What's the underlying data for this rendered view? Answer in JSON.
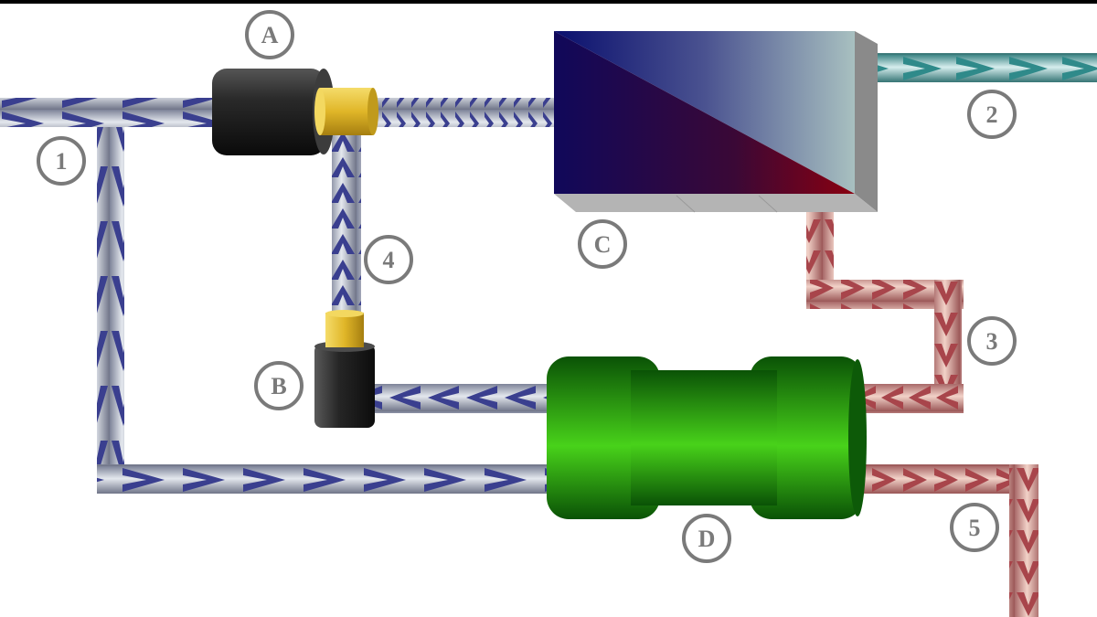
{
  "labels": {
    "pipe_1": "1",
    "pipe_2": "2",
    "pipe_3": "3",
    "pipe_4": "4",
    "pipe_5": "5",
    "component_a": "A",
    "component_b": "B",
    "component_c": "C",
    "component_d": "D"
  },
  "colors": {
    "blue_stream": "#3a3f8f",
    "teal_stream": "#2f8a8a",
    "red_stream": "#a8454b",
    "component_a_body": "#1f1f1f",
    "coupling": "#e0b628",
    "component_c_dark": "#0a0f6e",
    "component_c_light": "#a8c0c0",
    "component_c_red": "#8a0010",
    "component_d": "#1c8c0c",
    "label_ring": "#7a7a7a"
  }
}
